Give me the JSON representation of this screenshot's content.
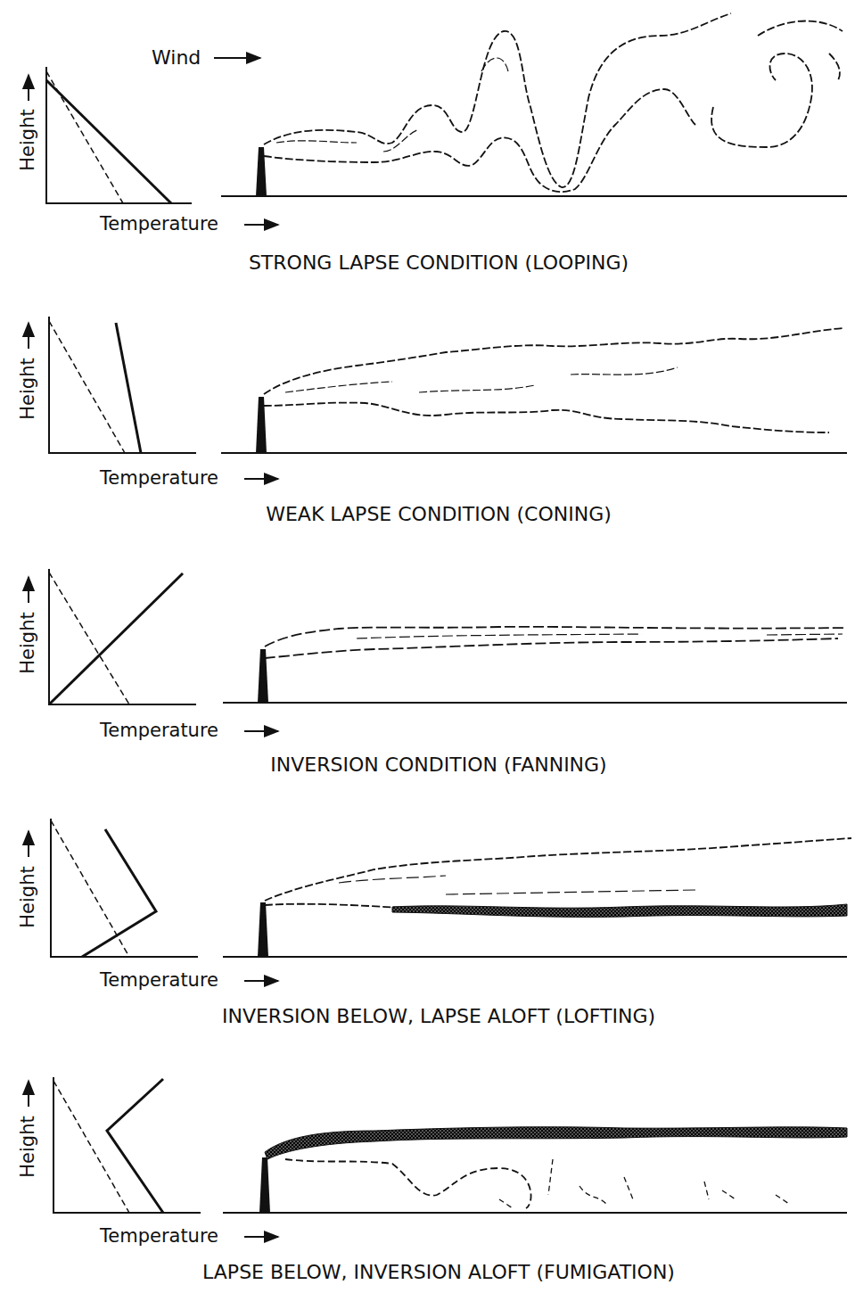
{
  "diagram": {
    "labels": [
      "Wind",
      "Height",
      "Temperature",
      "STRONG LAPSE CONDITION (LOOPING)",
      "Height",
      "Temperature",
      "WEAK LAPSE CONDITION (CONING)",
      "Height",
      "Temperature",
      "INVERSION CONDITION (FANNING)",
      "Height",
      "Temperature",
      "INVERSION BELOW, LAPSE ALOFT (LOFTING)",
      "Height",
      "Temperature",
      "LAPSE BELOW, INVERSION ALOFT (FUMIGATION)"
    ]
  }
}
